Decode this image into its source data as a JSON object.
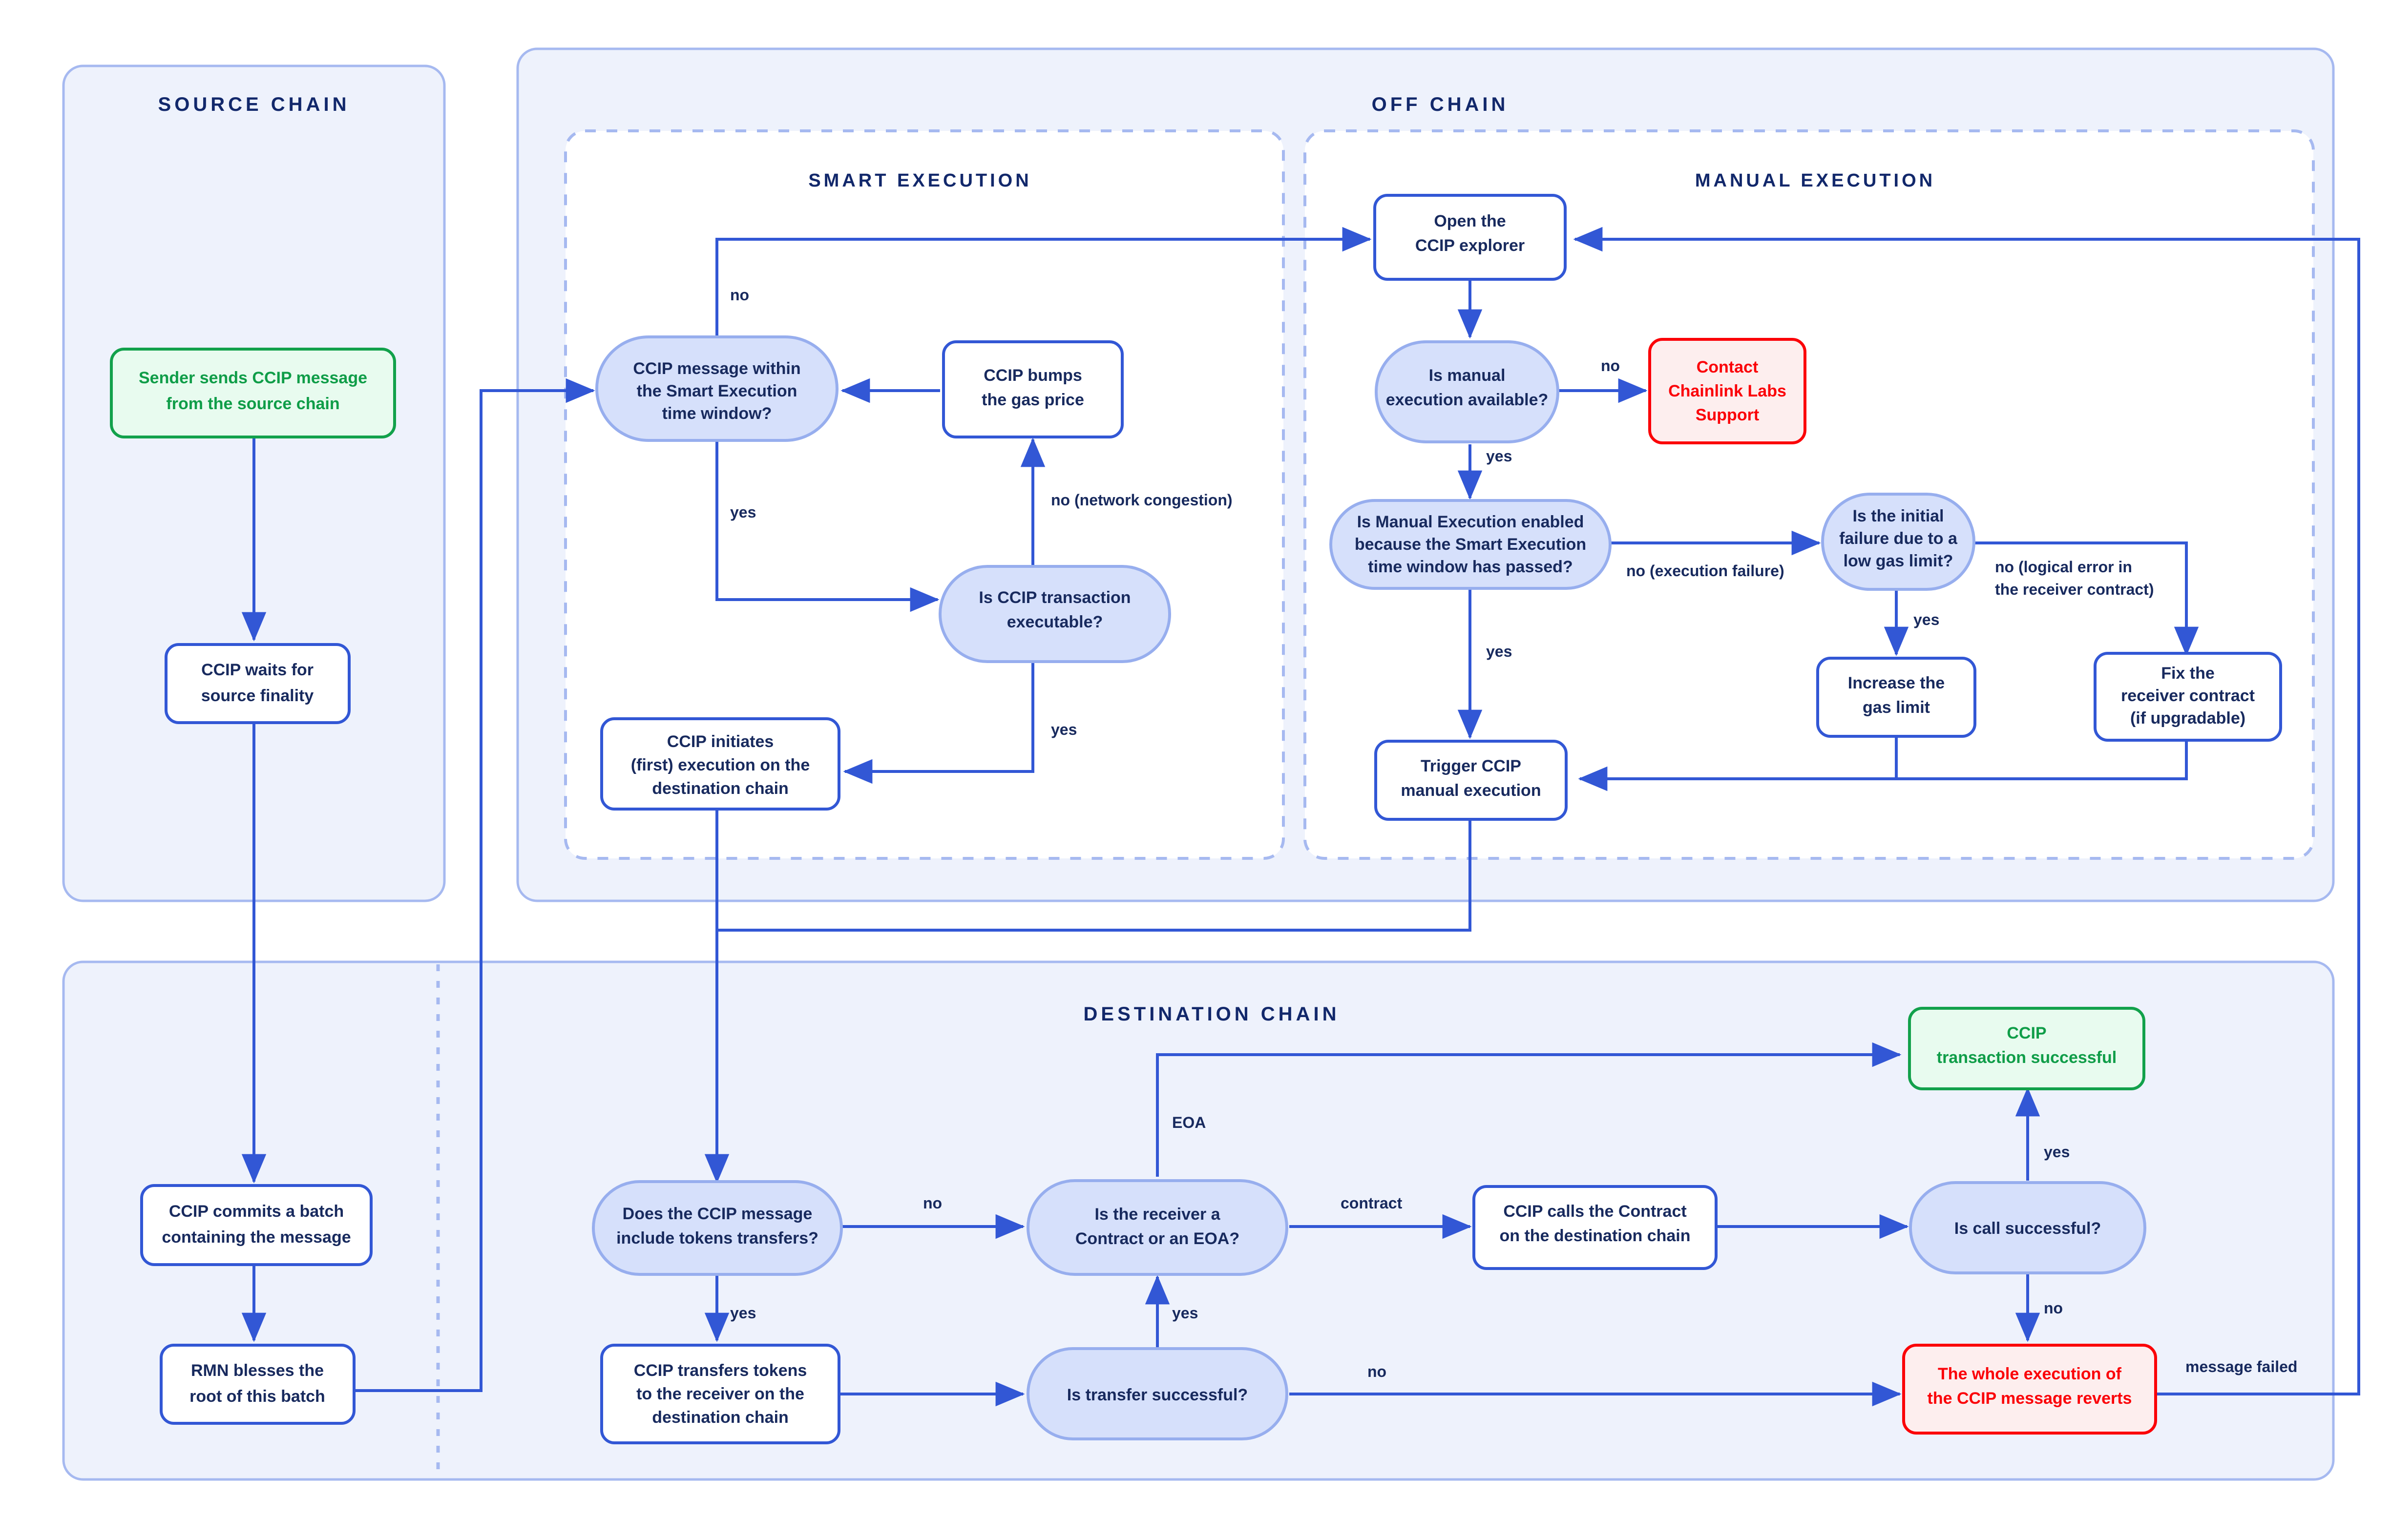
{
  "diagram": {
    "title_source": "SOURCE CHAIN",
    "title_offchain": "OFF CHAIN",
    "title_smart": "SMART EXECUTION",
    "title_manual": "MANUAL EXECUTION",
    "title_destination": "DESTINATION CHAIN"
  },
  "colors": {
    "panel_fill": "#eef2fc",
    "panel_stroke": "#a6b9f0",
    "decision_fill": "#d6e0fb",
    "decision_stroke": "#97aeee",
    "process_fill": "#ffffff",
    "process_stroke": "#3257d5",
    "edge": "#3257d5",
    "text": "#182a5e",
    "success_fill": "#e8fbef",
    "success_stroke": "#12a14b",
    "success_text": "#0f9d48",
    "error_fill": "#fdeeee",
    "error_stroke": "#fb0007",
    "error_text": "#fb0007"
  },
  "nodes": {
    "sender_sends": [
      "Sender sends CCIP message",
      "from the source chain"
    ],
    "waits_finality": [
      "CCIP waits for",
      "source finality"
    ],
    "commits_batch": [
      "CCIP commits a batch",
      "containing the message"
    ],
    "rmn_blesses": [
      "RMN blesses the",
      "root of this batch"
    ],
    "smart_window": [
      "CCIP message within",
      "the Smart Execution",
      "time window?"
    ],
    "bumps_gas": [
      "CCIP bumps",
      "the gas price"
    ],
    "is_executable": [
      "Is CCIP transaction",
      "executable?"
    ],
    "initiates_exec": [
      "CCIP initiates",
      "(first) execution on the",
      "destination chain"
    ],
    "open_explorer": [
      "Open the",
      "CCIP explorer"
    ],
    "manual_available": [
      "Is manual",
      "execution available?"
    ],
    "contact_support": [
      "Contact",
      "Chainlink Labs",
      "Support"
    ],
    "manual_enabled": [
      "Is Manual Execution enabled",
      "because the Smart Execution",
      "time window has passed?"
    ],
    "initial_failure": [
      "Is the initial",
      "failure due to a",
      "low gas limit?"
    ],
    "increase_gas": [
      "Increase the",
      "gas limit"
    ],
    "fix_receiver": [
      "Fix the",
      "receiver contract",
      "(if upgradable)"
    ],
    "trigger_manual": [
      "Trigger CCIP",
      "manual execution"
    ],
    "include_tokens": [
      "Does the CCIP message",
      "include tokens transfers?"
    ],
    "transfers_tokens": [
      "CCIP transfers tokens",
      "to the receiver on the",
      "destination chain"
    ],
    "transfer_successful": [
      "Is transfer successful?"
    ],
    "receiver_type": [
      "Is the receiver a",
      "Contract or an EOA?"
    ],
    "calls_contract": [
      "CCIP calls the Contract",
      "on the destination chain"
    ],
    "call_successful": [
      "Is call successful?"
    ],
    "tx_successful": [
      "CCIP",
      "transaction successful"
    ],
    "execution_reverts": [
      "The whole execution of",
      "the CCIP message reverts"
    ]
  },
  "edge_labels": {
    "smart_no": "no",
    "smart_yes": "yes",
    "congestion": "no (network congestion)",
    "executable_yes": "yes",
    "manual_no": "no",
    "manual_yes": "yes",
    "exec_failure": "no (execution failure)",
    "gas_yes": "yes",
    "logical_error": [
      "no (logical error in",
      "the receiver contract)"
    ],
    "enabled_yes": "yes",
    "tokens_no": "no",
    "tokens_yes": "yes",
    "eoa": "EOA",
    "contract": "contract",
    "transfer_yes": "yes",
    "transfer_no": "no",
    "call_yes": "yes",
    "call_no": "no",
    "message_failed": "message failed"
  }
}
